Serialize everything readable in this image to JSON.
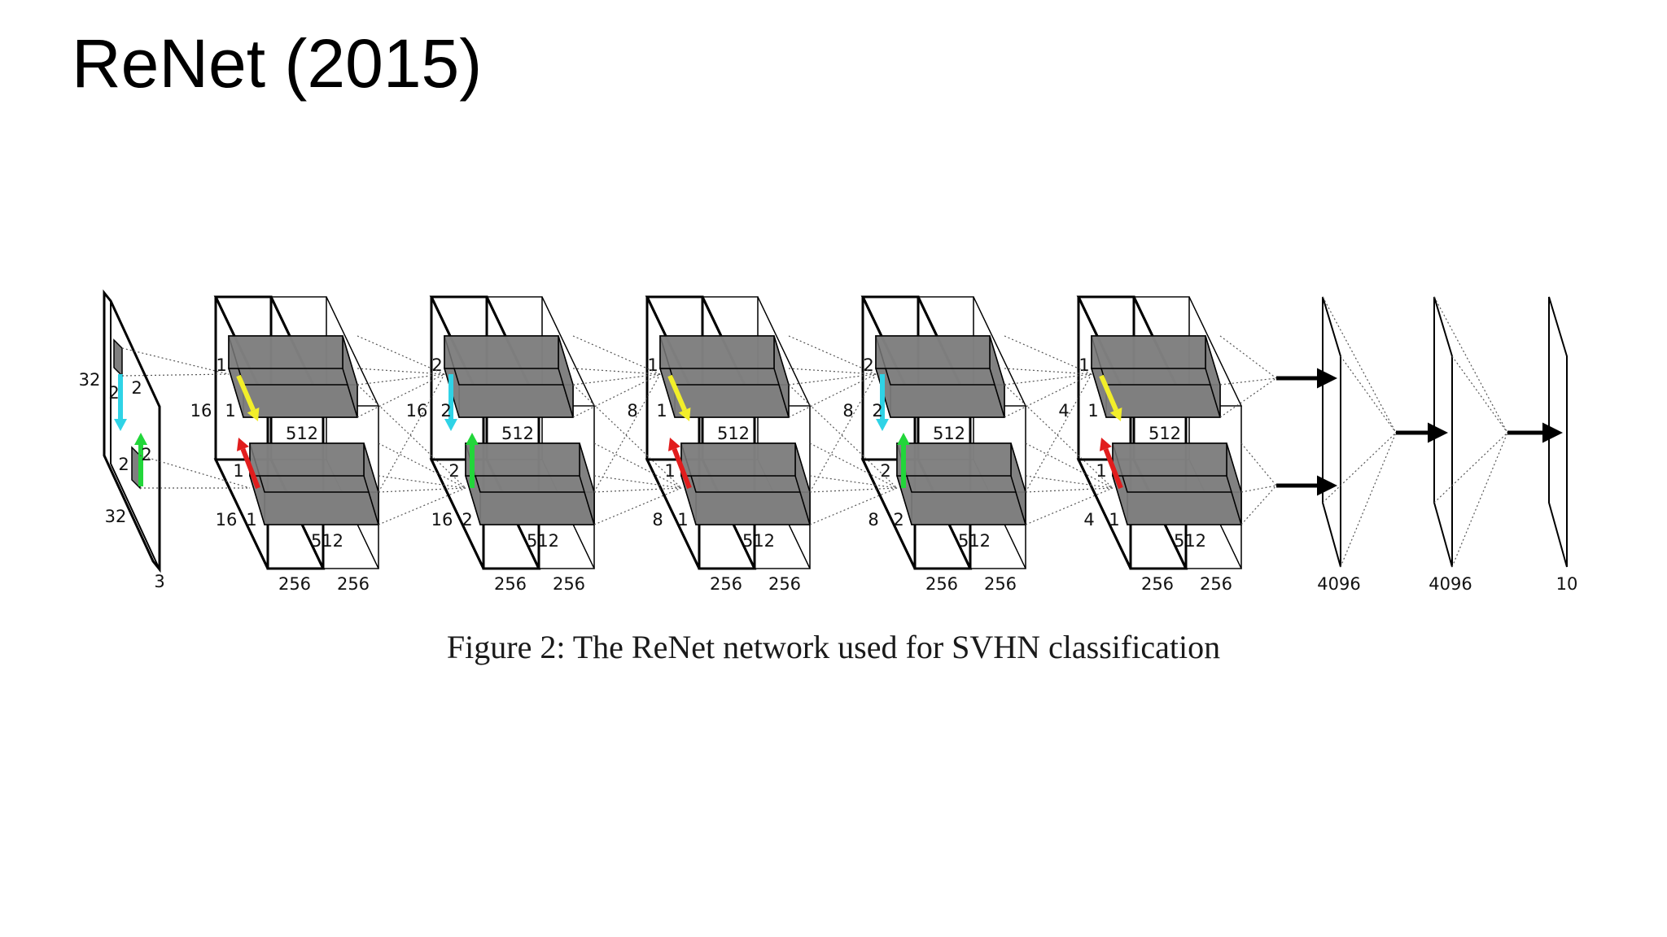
{
  "slide": {
    "title": "ReNet (2015)",
    "caption": "Figure 2: The ReNet network used for SVHN classification"
  },
  "colors": {
    "yellow": "#f2ee2a",
    "cyan": "#2fd3e6",
    "red": "#e11d1d",
    "green": "#22d63a",
    "patch_fill": "#7f7f7f",
    "block_edge": "#000000"
  },
  "input": {
    "height": "32",
    "width": "32",
    "channels": "3",
    "patch_top_h": "2",
    "patch_top_w": "2",
    "patch_bottom_h": "2",
    "patch_bottom_w": "2"
  },
  "stages": [
    {
      "arrow_top": "yellow",
      "arrow_bottom": "red",
      "p_top": "1",
      "p_top2": "1",
      "p_bot": "1",
      "p_bot2": "1",
      "dim_top": "16",
      "dim_bot": "16",
      "f_top": "512",
      "f_bot": "512",
      "w1": "256",
      "w2": "256"
    },
    {
      "arrow_top": "cyan",
      "arrow_bottom": "green",
      "p_top": "2",
      "p_top2": "2",
      "p_bot": "2",
      "p_bot2": "2",
      "dim_top": "16",
      "dim_bot": "16",
      "f_top": "512",
      "f_bot": "512",
      "w1": "256",
      "w2": "256"
    },
    {
      "arrow_top": "yellow",
      "arrow_bottom": "red",
      "p_top": "1",
      "p_top2": "1",
      "p_bot": "1",
      "p_bot2": "1",
      "dim_top": "8",
      "dim_bot": "8",
      "f_top": "512",
      "f_bot": "512",
      "w1": "256",
      "w2": "256"
    },
    {
      "arrow_top": "cyan",
      "arrow_bottom": "green",
      "p_top": "2",
      "p_top2": "2",
      "p_bot": "2",
      "p_bot2": "2",
      "dim_top": "8",
      "dim_bot": "8",
      "f_top": "512",
      "f_bot": "512",
      "w1": "256",
      "w2": "256"
    },
    {
      "arrow_top": "yellow",
      "arrow_bottom": "red",
      "p_top": "1",
      "p_top2": "1",
      "p_bot": "1",
      "p_bot2": "1",
      "dim_top": "4",
      "dim_bot": "4",
      "f_top": "512",
      "f_bot": "512",
      "w1": "256",
      "w2": "256"
    }
  ],
  "dense_layers": [
    "4096",
    "4096",
    "10"
  ]
}
